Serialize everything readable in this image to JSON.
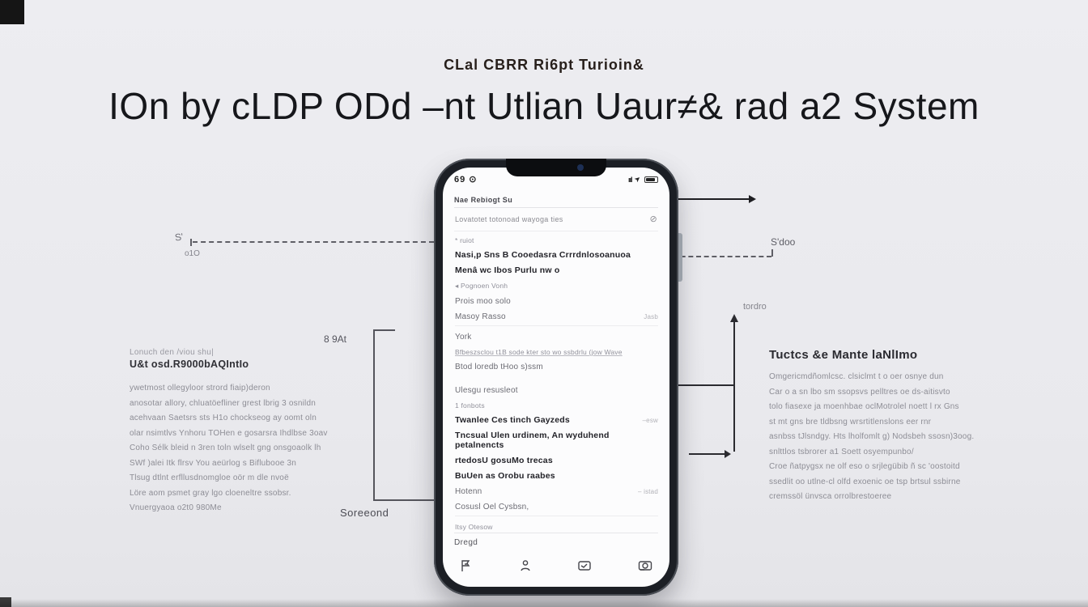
{
  "header": {
    "subtitle": "CLal CBRR Ri6pt Turioin&",
    "title": "IOn by cLDP ODd –nt Utlian Uaur≠& rad a2 System"
  },
  "phone": {
    "status": {
      "time": "69 ⊙",
      "signal_glyph": "ııl",
      "location_glyph": "➤"
    },
    "nav": {
      "back_glyph": "—",
      "title": "Nae Rebiogt Su"
    },
    "search": {
      "text": "Lovatotet totonoad wayoga ties",
      "dismiss_glyph": "⊘"
    },
    "rows": [
      {
        "text": "* ruiot"
      },
      {
        "text": "Nasi,p Sns B Cooedasra Crrrdnlosoanuoa"
      },
      {
        "text": "Menâ wc Ibos Purlu nw o"
      },
      {
        "text": "◂ Pognoen Vonh"
      },
      {
        "text": "Prois moo solo"
      },
      {
        "text": "Masoy Rasso",
        "right": "Jasb"
      },
      {
        "text": "York"
      },
      {
        "text": "Bfbeszsclou t1B sode kter sto wo ssbdrlu (jow Wave"
      },
      {
        "text": "Btod loredb tHoo s)ssm"
      },
      {
        "text": "Ulesgu resusleot"
      },
      {
        "text": "1 fonbots"
      },
      {
        "text": "Twanlee Ces tinch Gayzeds",
        "right": "‒esw"
      },
      {
        "text": "Tncsual Ulen urdinem, An wyduhend petalnencts"
      },
      {
        "text": "rtedosU gosuMo trecas"
      },
      {
        "text": "BuUen as Orobu raabes"
      },
      {
        "text": "Hotenn",
        "right": "‒ istad"
      },
      {
        "text": "Cosusl Oel Cysbsn,"
      },
      {
        "text": "Itsy Otesow"
      }
    ],
    "footer": {
      "draft": "Dregd"
    },
    "tabbar": {
      "icons": [
        "flag-chart-icon",
        "person-icon",
        "box-scribble-icon",
        "camera-icon"
      ]
    }
  },
  "annotations": {
    "left_dash_label_top": "S'",
    "left_dash_label_bottom": "o1O",
    "right_dash_label": "S'doo",
    "bracket_label": "8 9At",
    "bracket_caption": "Soreeond",
    "right_mid_label": "tordro",
    "left_block": {
      "eyebrow": "Lonuch den /viou shu|",
      "title": "U&t osd.R9000bAQIntIo",
      "lines": [
        "ywetmost ollegyloor strord fiaip)deron",
        "anosotar allory, chluatöefliner grest lbrig 3 osnildn",
        "acehvaan Saetsrs sts H1o chockseog ay oomt oln",
        "olar nsimtlvs Ynhoru TOHen e gosarsra Ihdlbse 3oav",
        "Coho Sélk bleid n 3ren toln wlselt gng onsgoaolk lh",
        "SWf )alei Itk flrsv You aeürlog s Biflubooe 3n",
        "Tlsug dtlnt erfllusdnomgloe oör m dle nvoë",
        "Löre aom psmet gray lgo cloeneltre ssobsr.",
        "Vnuergyaoa o2t0 980Me"
      ]
    },
    "right_block": {
      "title": "Tuctcs &e Mante laNlImo",
      "lines": [
        "Omgericmdñomlcsc. clsiclmt t o oer osnye dun",
        "Car o a sn lbo sm ssopsvs pelltres oe ds-aitisvto",
        "tolo fiasexe ja moenhbae oclMotrolel noett l rx Gns",
        "st mt gns bre tldbsng wrsrtitlenslons eer rnr",
        "asnbss tJlsndgy. Hts lholfomlt g) Nodsbeh ssosn)3oog.",
        "snlttlos tsbrorer a1 Soett osyempunbo/",
        "Croe ñatpygsx ne olf eso o srjlegübib ñ sc 'oostoitd",
        "ssedlit oo utlne-cl olfd exoenic oe tsp brtsul ssbirne",
        "cremssöl ünvsca orrolbrestoeree"
      ]
    }
  },
  "colors": {
    "background": "#e9e9ed",
    "phone_frame": "#1c1f25",
    "accent_dark": "#16171b",
    "annotation_gray": "#8d8d95"
  }
}
